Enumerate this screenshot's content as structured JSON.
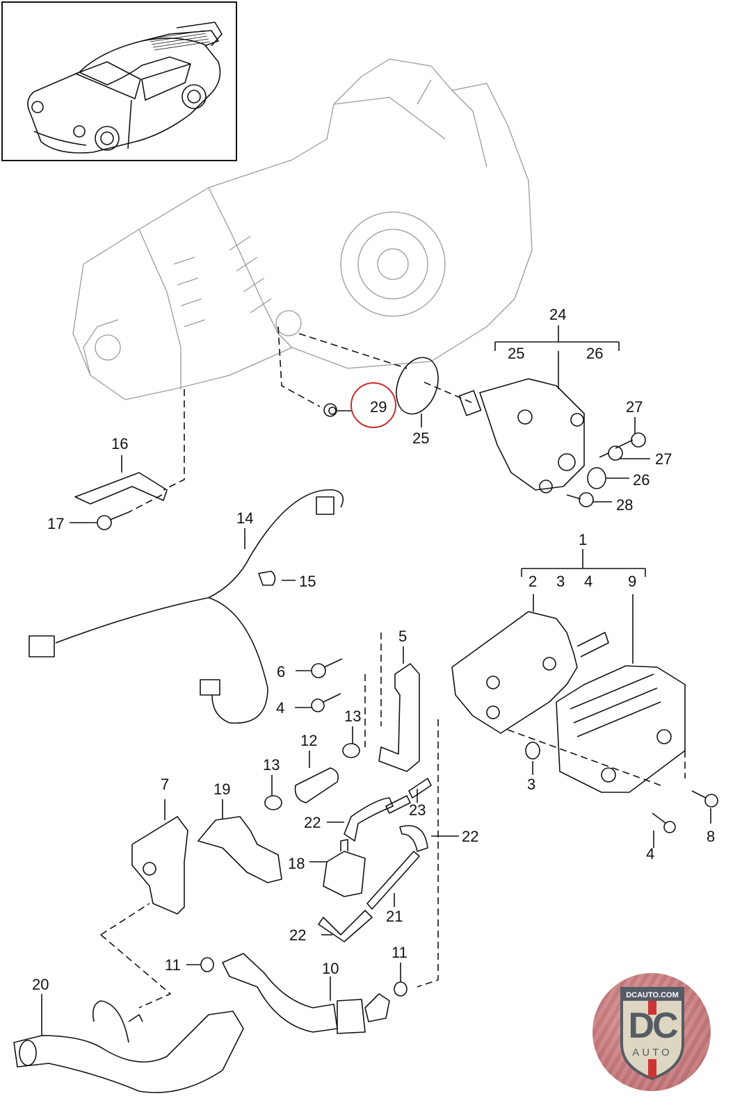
{
  "diagram": {
    "type": "exploded-parts-diagram",
    "subject": "Transmission with pump, oil cooler and coolant lines",
    "highlighted_callout": "29",
    "highlight_color": "#cc2a2a",
    "line_color": "#111111",
    "background": "#ffffff"
  },
  "inset": {
    "name": "vehicle-overview",
    "description": "Porsche 911 coupe line drawing"
  },
  "groups": [
    {
      "parent": "24",
      "children": [
        "25",
        "26"
      ]
    },
    {
      "parent": "1",
      "children": [
        "2",
        "3",
        "4",
        "9"
      ]
    }
  ],
  "labels": {
    "l24": "24",
    "l25a": "25",
    "l26a": "26",
    "l29": "29",
    "l25b": "25",
    "l27a": "27",
    "l27b": "27",
    "l26b": "26",
    "l28": "28",
    "l16": "16",
    "l17": "17",
    "l14": "14",
    "l15": "15",
    "l1": "1",
    "l2": "2",
    "l3a": "3",
    "l4a": "4",
    "l9": "9",
    "l5": "5",
    "l6": "6",
    "l4b": "4",
    "l13a": "13",
    "l12": "12",
    "l13b": "13",
    "l7": "7",
    "l19": "19",
    "l22a": "22",
    "l23": "23",
    "l22b": "22",
    "l18": "18",
    "l3b": "3",
    "l8": "8",
    "l4c": "4",
    "l21": "21",
    "l22c": "22",
    "l11a": "11",
    "l11b": "11",
    "l10": "10",
    "l20": "20"
  },
  "logo": {
    "url_text": "DCAUTO.COM",
    "mark": "DC",
    "subtitle": "AUTO",
    "colors": {
      "badge": "#c97c7e",
      "shield": "#ddd6c2",
      "letters": "#555c63",
      "stripe": "#cc3333"
    }
  }
}
